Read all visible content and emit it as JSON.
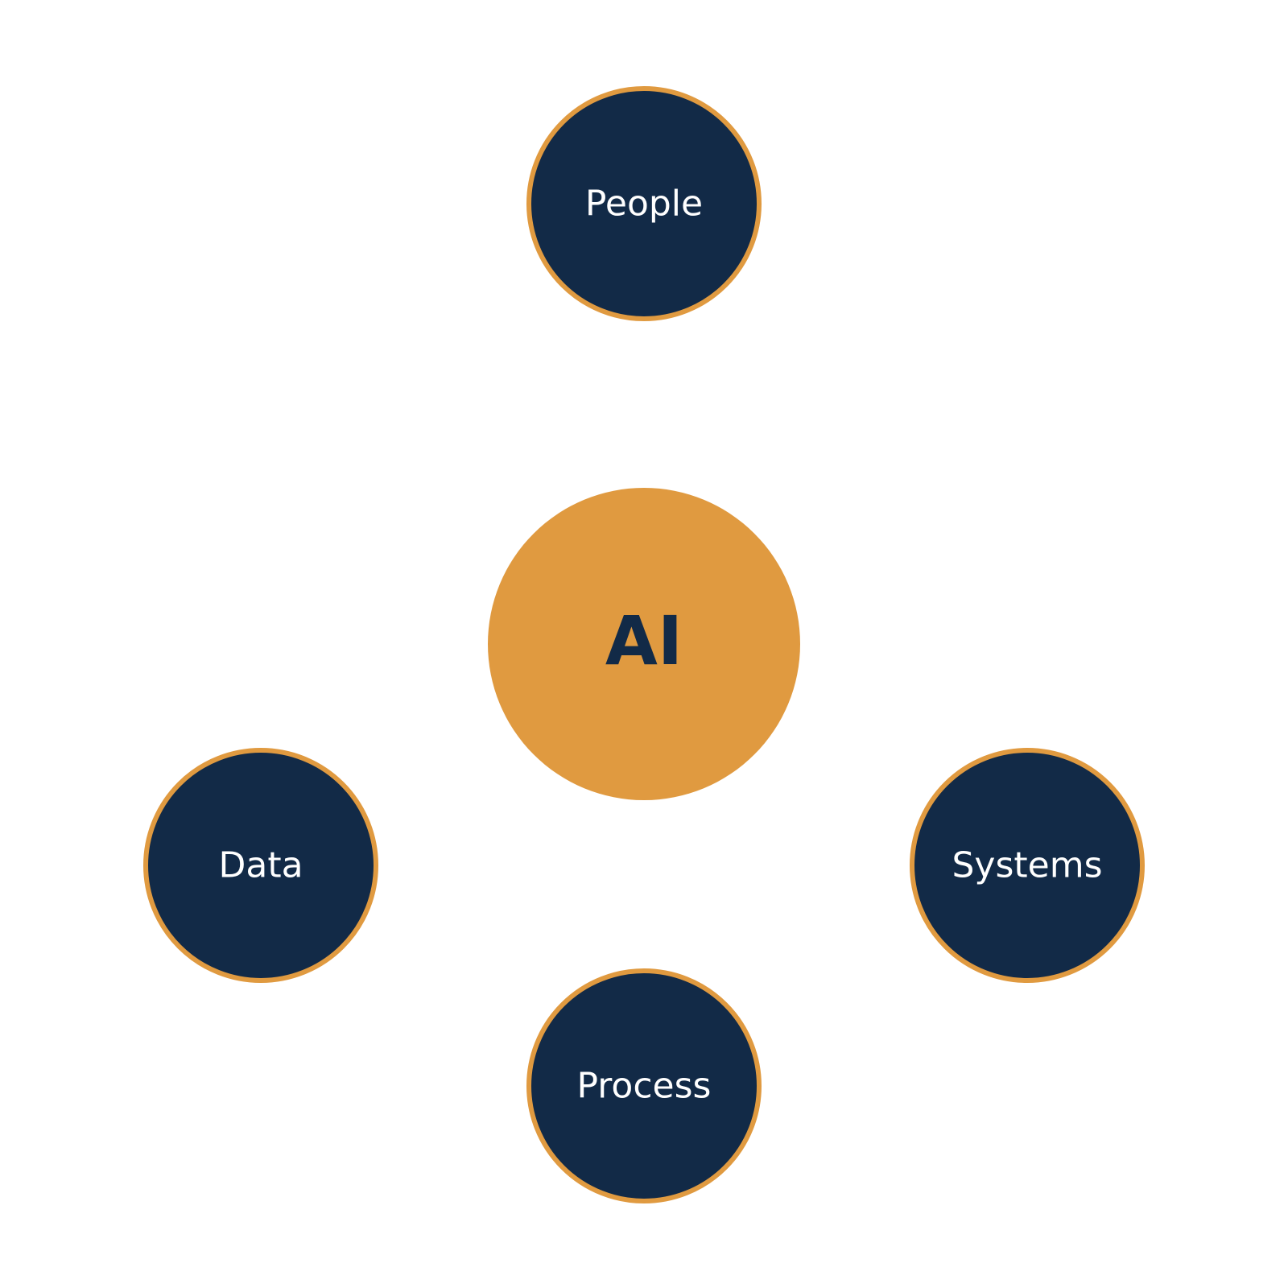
{
  "colors": {
    "background": "#ffffff",
    "hub_fill": "#e09a40",
    "hub_text": "#122a47",
    "node_fill": "#122a47",
    "node_stroke": "#e09a40",
    "node_text": "#ffffff"
  },
  "hub": {
    "label": "AI"
  },
  "nodes": {
    "people": {
      "label": "People"
    },
    "data": {
      "label": "Data"
    },
    "systems": {
      "label": "Systems"
    },
    "process": {
      "label": "Process"
    }
  }
}
